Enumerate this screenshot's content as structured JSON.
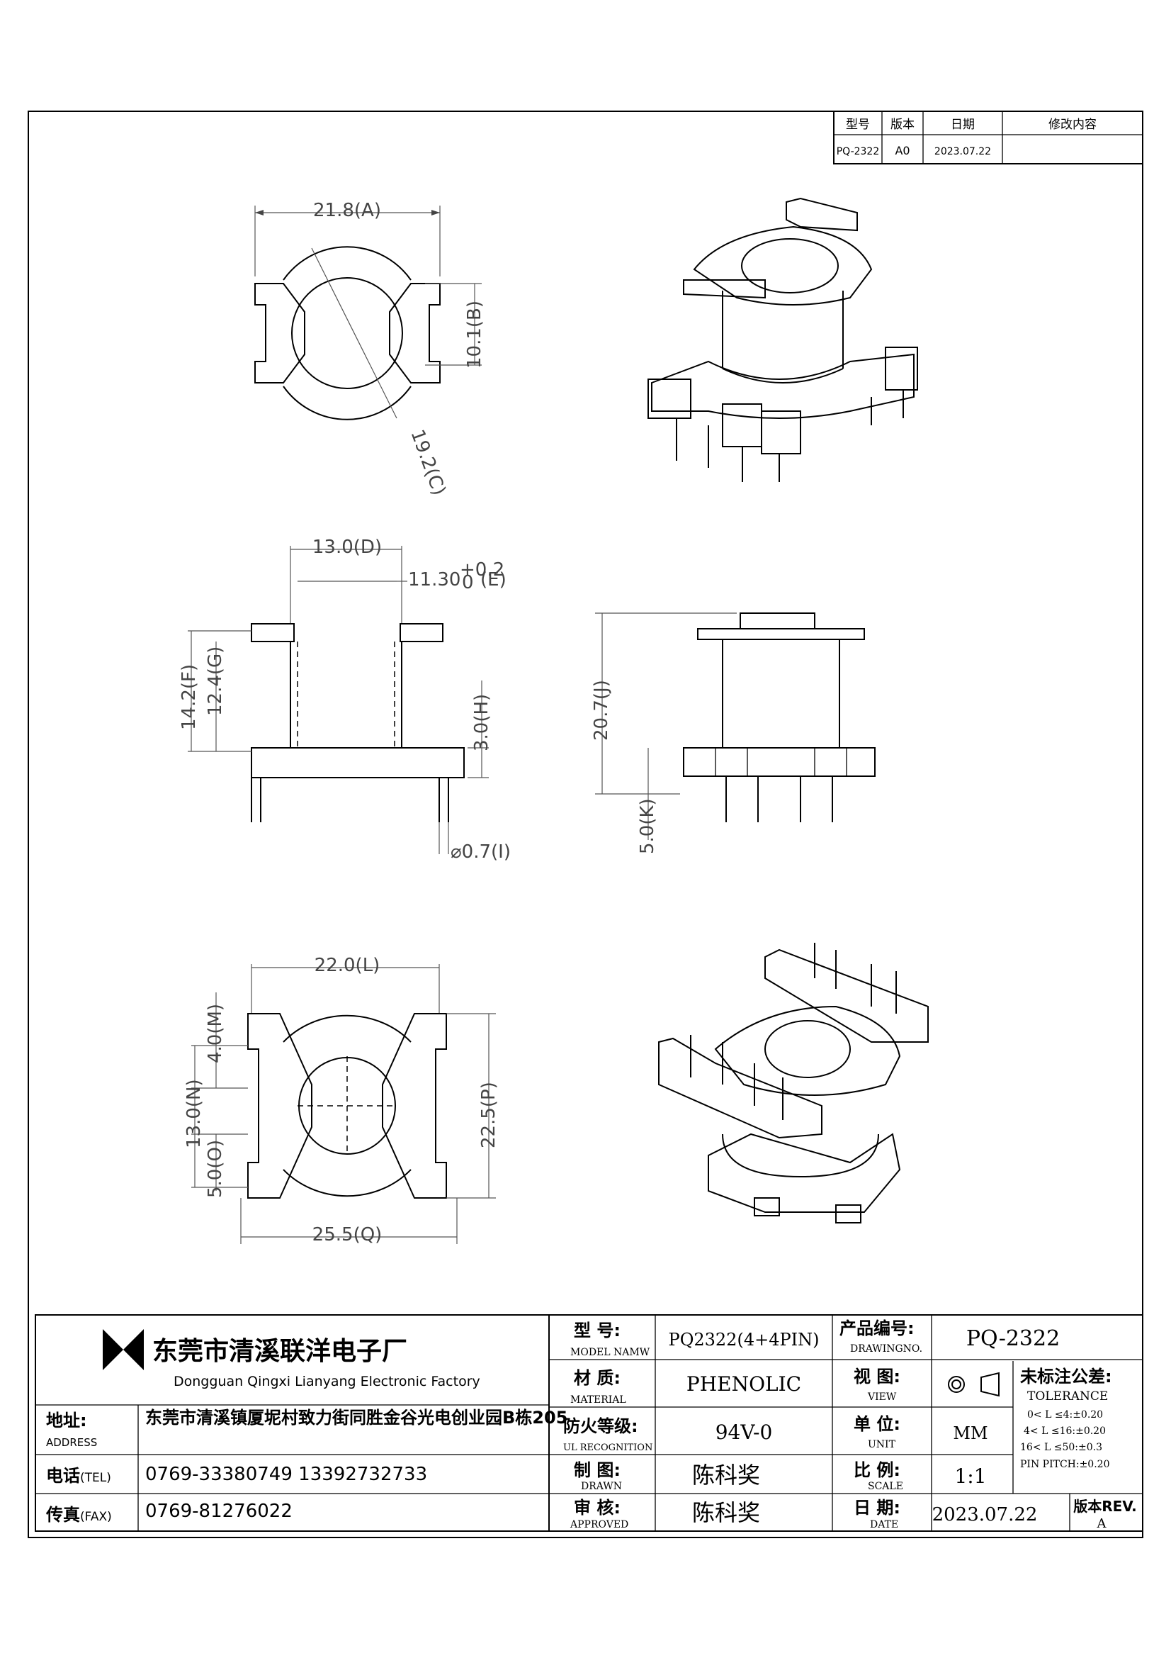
{
  "revision_table": {
    "headers": [
      "型号",
      "版本",
      "日期",
      "修改内容"
    ],
    "row": [
      "PQ-2322",
      "A0",
      "2023.07.22",
      ""
    ]
  },
  "dimensions": {
    "A": "21.8(A)",
    "B": "10.1(B)",
    "C": "19.2(C)",
    "D": "13.0(D)",
    "E_value": "11.30",
    "E_tol_upper": "+0.2",
    "E_tol_lower": "0",
    "E_label": "(E)",
    "F": "14.2(F)",
    "G": "12.4(G)",
    "H": "3.0(H)",
    "I": "⌀0.7(I)",
    "J": "20.7(J)",
    "K": "5.0(K)",
    "L": "22.0(L)",
    "M": "4.0(M)",
    "N": "13.0(N)",
    "O": "5.0(O)",
    "P": "22.5(P)",
    "Q": "25.5(Q)"
  },
  "company": {
    "name_cn": "东莞市清溪联洋电子厂",
    "name_en": "Dongguan Qingxi Lianyang Electronic Factory",
    "address_label": "地址:",
    "address_label_en": "ADDRESS",
    "address": "东莞市清溪镇厦坭村致力街同胜金谷光电创业园B栋205",
    "tel_label": "电话",
    "tel_label_en": "(TEL)",
    "tel": "0769-33380749   13392732733",
    "fax_label": "传真",
    "fax_label_en": "(FAX)",
    "fax": "0769-81276022"
  },
  "title_block": {
    "model_label": "型  号:",
    "model_label_en": "MODEL NAMW",
    "model": "PQ2322(4+4PIN)",
    "material_label": "材  质:",
    "material_label_en": "MATERIAL",
    "material": "PHENOLIC",
    "ul_label": "防火等级:",
    "ul_label_en": "UL RECOGNITION",
    "ul": "94V-0",
    "drawn_label": "制  图:",
    "drawn_label_en": "DRAWN",
    "drawn": "陈科奖",
    "approved_label": "审  核:",
    "approved_label_en": "APPROVED",
    "approved": "陈科奖",
    "drawing_no_label": "产品编号:",
    "drawing_no_label_en": "DRAWINGNO.",
    "drawing_no": "PQ-2322",
    "view_label": "视  图:",
    "view_label_en": "VIEW",
    "unit_label": "单  位:",
    "unit_label_en": "UNIT",
    "unit": "MM",
    "scale_label": "比  例:",
    "scale_label_en": "SCALE",
    "scale": "1:1",
    "date_label": "日  期:",
    "date_label_en": "DATE",
    "date": "2023.07.22",
    "rev_label": "版本REV.",
    "rev": "A",
    "tolerance_label": "未标注公差:",
    "tolerance_label_en": "TOLERANCE",
    "tolerance_lines": [
      "0< L ≤4:±0.20",
      "4< L ≤16:±0.20",
      "16< L ≤50:±0.3",
      "PIN PITCH:±0.20"
    ]
  }
}
